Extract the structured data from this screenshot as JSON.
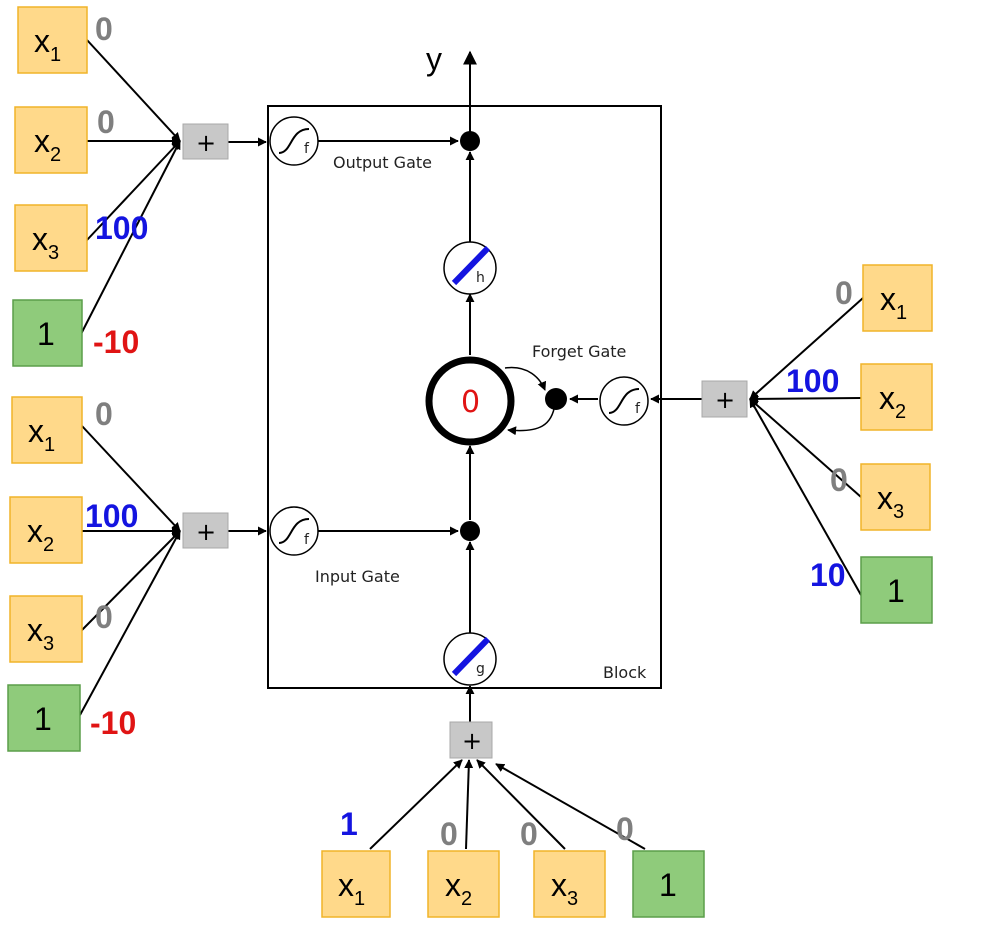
{
  "colors": {
    "input_fill": "#FFD98A",
    "input_stroke": "#F0B429",
    "bias_fill": "#8FCB7B",
    "bias_stroke": "#5B9E4A",
    "sum_fill": "#C8C8C8",
    "positive_weight": "#1414E0",
    "negative_weight": "#E01414",
    "zero_weight": "#7F7F7F",
    "cell_value": "#E01414",
    "line": "#000000"
  },
  "labels": {
    "output": "y",
    "output_gate": "Output Gate",
    "input_gate": "Input Gate",
    "forget_gate": "Forget Gate",
    "block": "Block",
    "cell_state": "0",
    "plus": "+",
    "sigmoid_sub": "f",
    "h_sub": "h",
    "g_sub": "g"
  },
  "input_nodes": {
    "x1": {
      "base": "x",
      "sub": "1"
    },
    "x2": {
      "base": "x",
      "sub": "2"
    },
    "x3": {
      "base": "x",
      "sub": "3"
    },
    "bias": {
      "base": "1"
    }
  },
  "weights": {
    "output_gate": [
      "0",
      "0",
      "100",
      "-10"
    ],
    "input_gate": [
      "0",
      "100",
      "0",
      "-10"
    ],
    "forget_gate": [
      "0",
      "100",
      "0",
      "10"
    ],
    "cell_input": [
      "1",
      "0",
      "0",
      "0"
    ]
  }
}
